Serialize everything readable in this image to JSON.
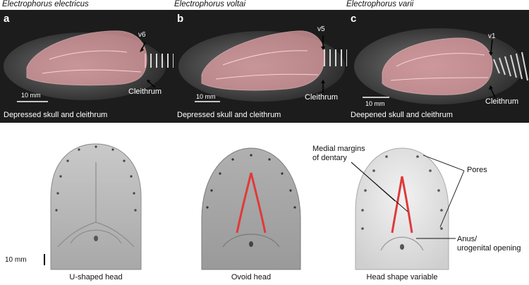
{
  "species": [
    {
      "name": "Electrophorus electricus"
    },
    {
      "name": "Electrophorus voltai"
    },
    {
      "name": "Electrophorus varii"
    }
  ],
  "panels": [
    {
      "letter": "a",
      "vertebra": "v6",
      "cleithrum": "Cleithrum",
      "scale": "10 mm",
      "caption": "Depressed skull and cleithrum"
    },
    {
      "letter": "b",
      "vertebra": "v5",
      "cleithrum": "Cleithrum",
      "scale": "10 mm",
      "caption": "Depressed skull and cleithrum"
    },
    {
      "letter": "c",
      "vertebra": "v1",
      "cleithrum": "Cleithrum",
      "scale": "10 mm",
      "caption": "Deepened skull and cleithrum"
    }
  ],
  "heads": [
    {
      "caption": "U-shaped head"
    },
    {
      "caption": "Ovoid head"
    },
    {
      "caption": "Head shape variable"
    }
  ],
  "annotations": {
    "dentary_line1": "Medial margins",
    "dentary_line2": "of dentary",
    "pores": "Pores",
    "anus_line1": "Anus/",
    "anus_line2": "urogenital opening"
  },
  "scale_bar_label": "10 mm",
  "colors": {
    "skull_overlay": "#e9a3a8",
    "dentary_highlight": "#e03a3a",
    "panel_background": "#1c1c1c"
  }
}
